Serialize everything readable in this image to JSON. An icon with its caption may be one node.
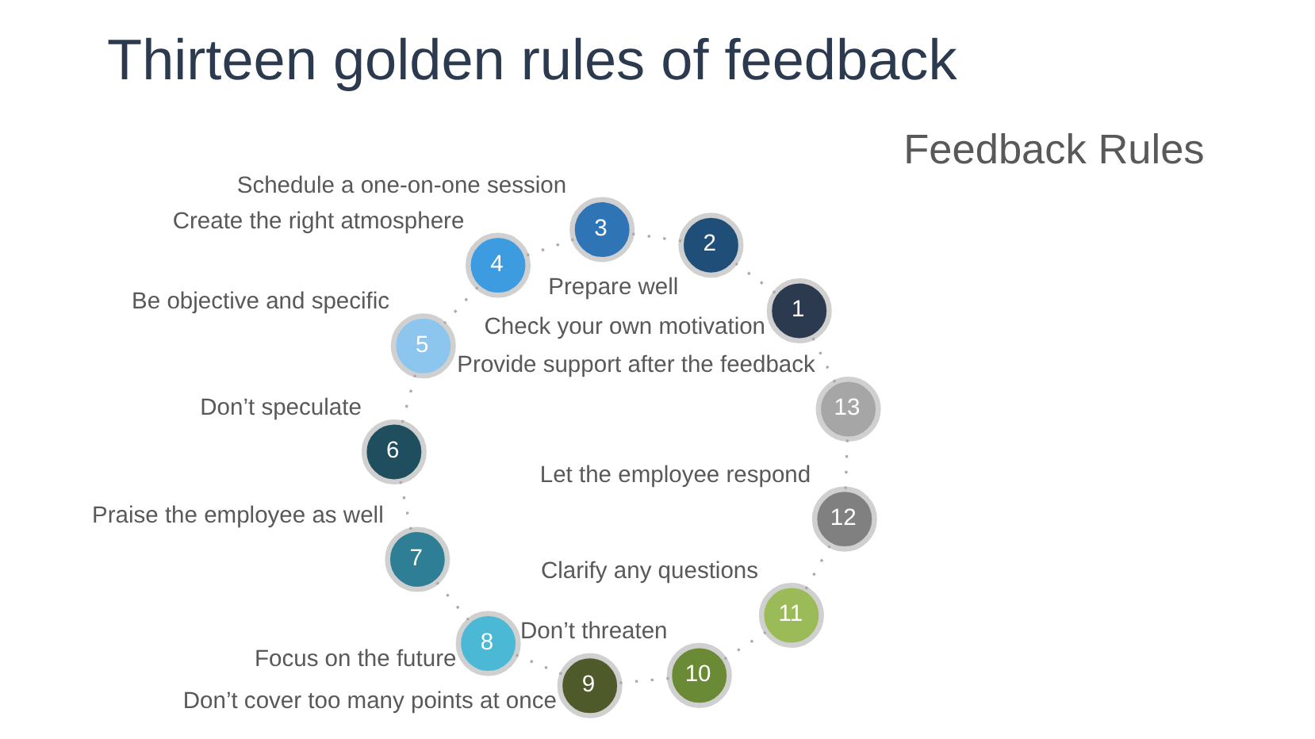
{
  "diagram": {
    "title": "Thirteen golden rules of feedback",
    "nodes": [
      {
        "text": [
          "1"
        ],
        "beside": [
          "Check your own motivation"
        ]
      },
      {
        "text": [
          "2"
        ],
        "beside": [
          "Prepare well"
        ]
      },
      {
        "text": [
          "3"
        ],
        "beside": [
          "Schedule a one-on-one session"
        ]
      },
      {
        "text": [
          "4"
        ],
        "beside": [
          "Create the right atmosphere"
        ]
      },
      {
        "text": [
          "5"
        ],
        "beside": [
          "Be objective and specific"
        ]
      },
      {
        "text": [
          "6"
        ],
        "beside": [
          "Don’t speculate"
        ]
      },
      {
        "text": [
          "7"
        ],
        "beside": [
          "Praise the employee as well"
        ]
      },
      {
        "text": [
          "8"
        ],
        "beside": [
          "Focus on the future"
        ]
      },
      {
        "text": [
          "9"
        ],
        "beside": [
          "Don’t cover too many points at once"
        ]
      },
      {
        "text": [
          "10"
        ],
        "beside": [
          "Don’t threaten"
        ]
      },
      {
        "text": [
          "11"
        ],
        "beside": [
          "Clarify any questions"
        ]
      },
      {
        "text": [
          "12"
        ],
        "beside": [
          "Let the employee respond"
        ]
      },
      {
        "text": [
          "13"
        ],
        "beside": [
          "Provide support after the feedback"
        ]
      }
    ],
    "edges": [
      {
        "from": 0,
        "to": 1,
        "arrow": "none",
        "style": "dashed"
      },
      {
        "from": 1,
        "to": 2,
        "arrow": "none",
        "style": "dashed"
      },
      {
        "from": 2,
        "to": 3,
        "arrow": "none",
        "style": "dashed"
      },
      {
        "from": 3,
        "to": 4,
        "arrow": "none",
        "style": "dashed"
      },
      {
        "from": 4,
        "to": 5,
        "arrow": "none",
        "style": "dashed"
      },
      {
        "from": 5,
        "to": 6,
        "arrow": "none",
        "style": "dashed"
      },
      {
        "from": 6,
        "to": 7,
        "arrow": "none",
        "style": "dashed"
      },
      {
        "from": 7,
        "to": 8,
        "arrow": "none",
        "style": "dashed"
      },
      {
        "from": 8,
        "to": 9,
        "arrow": "none",
        "style": "dashed"
      },
      {
        "from": 9,
        "to": 10,
        "arrow": "none",
        "style": "dashed"
      },
      {
        "from": 10,
        "to": 11,
        "arrow": "none",
        "style": "dashed"
      },
      {
        "from": 11,
        "to": 12,
        "arrow": "none",
        "style": "dashed"
      },
      {
        "from": 12,
        "to": 0,
        "arrow": "none",
        "style": "dashed"
      }
    ],
    "labels": [
      "Feedback Rules"
    ]
  }
}
